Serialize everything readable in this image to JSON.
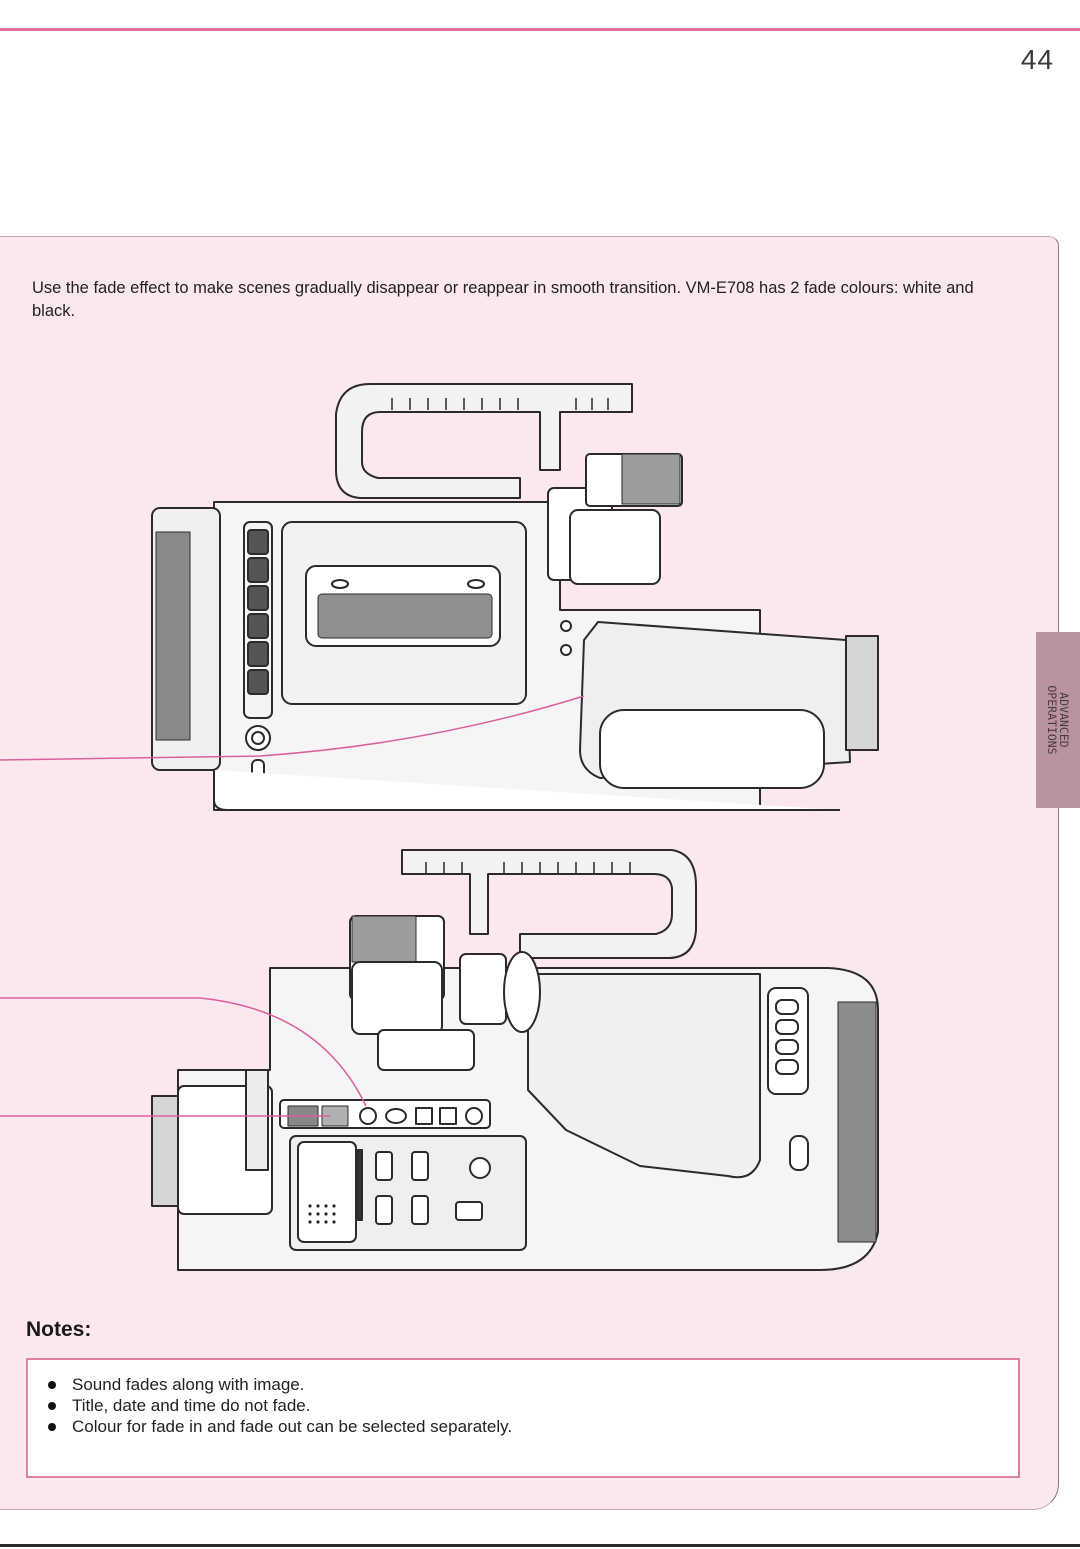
{
  "page": {
    "number": "44"
  },
  "intro": {
    "text": "Use the fade effect to make scenes gradually disappear or reappear in smooth transition. VM-E708 has 2 fade colours: white and black."
  },
  "side_tab": {
    "line1": "ADVANCED",
    "line2": "OPERATIONS"
  },
  "notes": {
    "title": "Notes:",
    "items": [
      "Sound fades along with image.",
      "Title, date and time do not fade.",
      "Colour for fade in and fade out can be selected separately."
    ]
  },
  "colors": {
    "accent_pink": "#dd6f9a",
    "panel_background": "#fbe7ee",
    "tab_mauve": "#b9949f",
    "callout_line": "#d9609a"
  }
}
